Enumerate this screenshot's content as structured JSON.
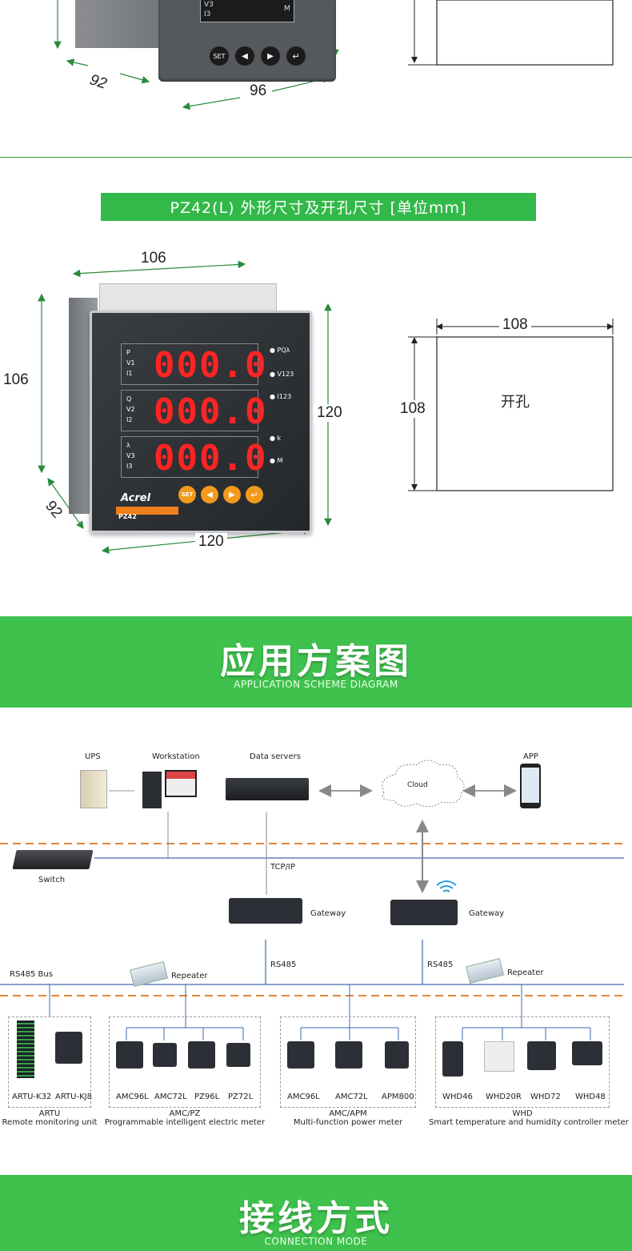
{
  "top_dims": {
    "depth": "92",
    "width": "96"
  },
  "top_meter": {
    "display_labels": [
      "V3",
      "I3"
    ],
    "unit_label": "M",
    "buttons": [
      "SET",
      "◀",
      "▶",
      "↵"
    ]
  },
  "pz42_section": {
    "title": "PZ42(L) 外形尺寸及开孔尺寸  [单位mm]",
    "dims": {
      "top": "106",
      "left": "106",
      "right": "120",
      "bottom": "120",
      "depth": "92"
    },
    "cutout": {
      "width": "108",
      "height": "108",
      "label": "开孔"
    },
    "meter": {
      "rows": [
        {
          "labels": [
            "P",
            "V1",
            "I1"
          ],
          "value": "000.0"
        },
        {
          "labels": [
            "Q",
            "V2",
            "I2"
          ],
          "value": "000.0"
        },
        {
          "labels": [
            "λ",
            "V3",
            "I3"
          ],
          "value": "000.0"
        }
      ],
      "indicators": [
        "PQλ",
        "V123",
        "I123",
        "k",
        "M"
      ],
      "buttons": [
        "SET",
        "◀",
        "▶",
        "↵"
      ],
      "brand": "Acrel",
      "model": "PZ42"
    }
  },
  "application_section": {
    "title": "应用方案图",
    "subtitle": "APPLICATION SCHEME DIAGRAM"
  },
  "scheme": {
    "ups": "UPS",
    "workstation": "Workstation",
    "data_servers": "Data servers",
    "cloud": "Cloud",
    "app": "APP",
    "switch": "Switch",
    "tcpip": "TCP/IP",
    "gateway1": "Gateway",
    "gateway2": "Gateway",
    "rs485_bus": "RS485 Bus",
    "rs485_a": "RS485",
    "rs485_b": "RS485",
    "repeater1": "Repeater",
    "repeater2": "Repeater",
    "groups": [
      {
        "devices": [
          "ARTU-K32",
          "ARTU-KJ8"
        ],
        "name": "ARTU",
        "desc": "Remote monitoring unit"
      },
      {
        "devices": [
          "AMC96L",
          "AMC72L",
          "PZ96L",
          "PZ72L"
        ],
        "name": "AMC/PZ",
        "desc": "Programmable intelligent electric meter"
      },
      {
        "devices": [
          "AMC96L",
          "AMC72L",
          "APM800"
        ],
        "name": "AMC/APM",
        "desc": "Multi-function power meter"
      },
      {
        "devices": [
          "WHD46",
          "WHD20R",
          "WHD72",
          "WHD48"
        ],
        "name": "WHD",
        "desc": "Smart temperature and humidity controller meter"
      }
    ]
  },
  "connection_section": {
    "title": "接线方式",
    "subtitle": "CONNECTION MODE"
  },
  "colors": {
    "green": "#3fc14d",
    "dark_green_line": "#2e9a3c",
    "led_red": "#ff2424",
    "orange_dash": "#e0863a",
    "blue_line": "#3a6ab0"
  }
}
